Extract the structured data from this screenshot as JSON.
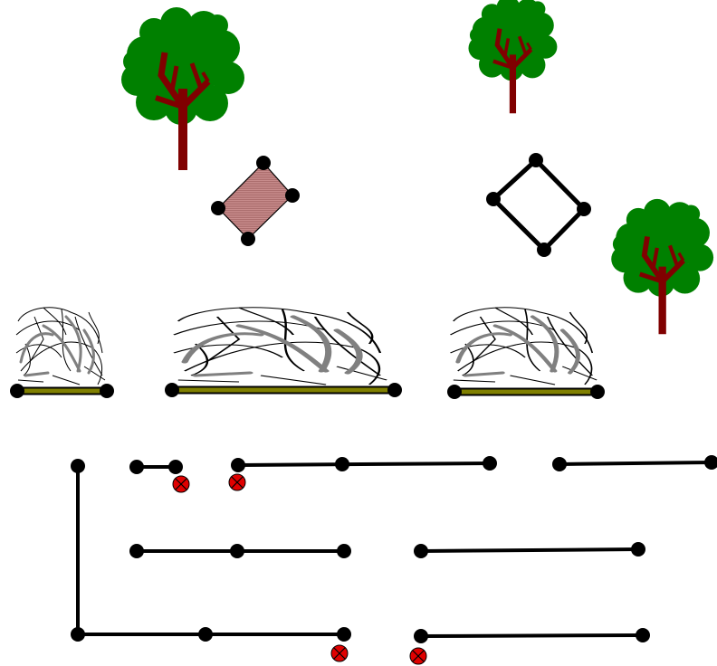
{
  "colors": {
    "background": "#ffffff",
    "foliage": "#008000",
    "trunk": "#800000",
    "node": "#000000",
    "edge": "#000000",
    "hedge_base": "#808000",
    "hedge_scribble": "#000000",
    "hedge_scribble_grey": "#808080",
    "shaded_diamond_fill": "#c88c8c",
    "marker_fill": "#e00000"
  },
  "icons": {
    "tree": "tree-icon",
    "hedge": "hedge-icon",
    "diamond_shaded": "shaded-diamond-shape",
    "diamond_outline": "outline-diamond-shape",
    "node": "node-dot",
    "marker": "cross-marker-icon"
  }
}
